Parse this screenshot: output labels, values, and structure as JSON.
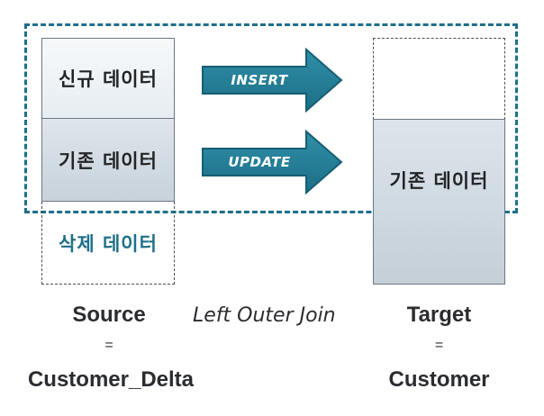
{
  "source": {
    "new_data": "신규 데이터",
    "existing_data": "기존 데이터",
    "deleted_data": "삭제 데이터",
    "label": "Source",
    "equals": "=",
    "table": "Customer_Delta"
  },
  "target": {
    "existing_data": "기존 데이터",
    "label": "Target",
    "equals": "=",
    "table": "Customer"
  },
  "arrows": {
    "insert": "INSERT",
    "update": "UPDATE"
  },
  "join": "Left Outer Join",
  "colors": {
    "accent": "#1f6f8a",
    "arrow_fill": "#247d96",
    "text": "#2a2c30"
  }
}
